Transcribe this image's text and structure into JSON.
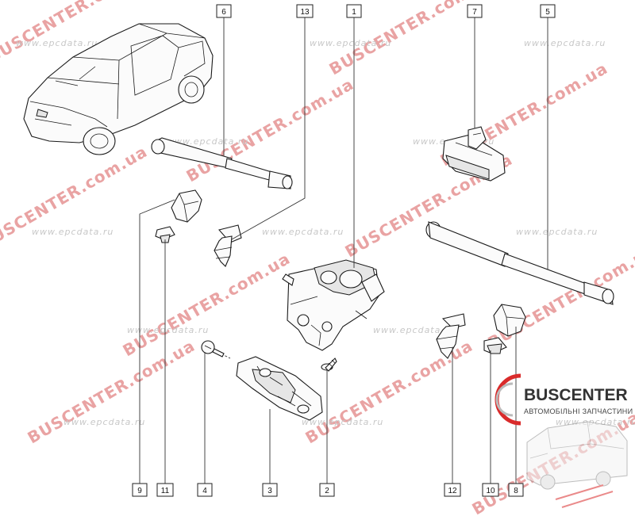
{
  "watermarks": {
    "brand": "BUSCENTER",
    "domain_suffix": ".com.ua",
    "epc": "www.epcdata.ru"
  },
  "callouts": [
    "1",
    "2",
    "3",
    "4",
    "5",
    "6",
    "7",
    "8",
    "9",
    "10",
    "11",
    "12",
    "13"
  ],
  "logo": {
    "name": "BUSCENTER",
    "subtitle": "АВТОМОБІЛЬНІ ЗАПЧАСТИНИ",
    "accent_color": "#d92b2b"
  },
  "colors": {
    "watermark_red": "#e9a3a3",
    "line": "#1a1a1a"
  }
}
